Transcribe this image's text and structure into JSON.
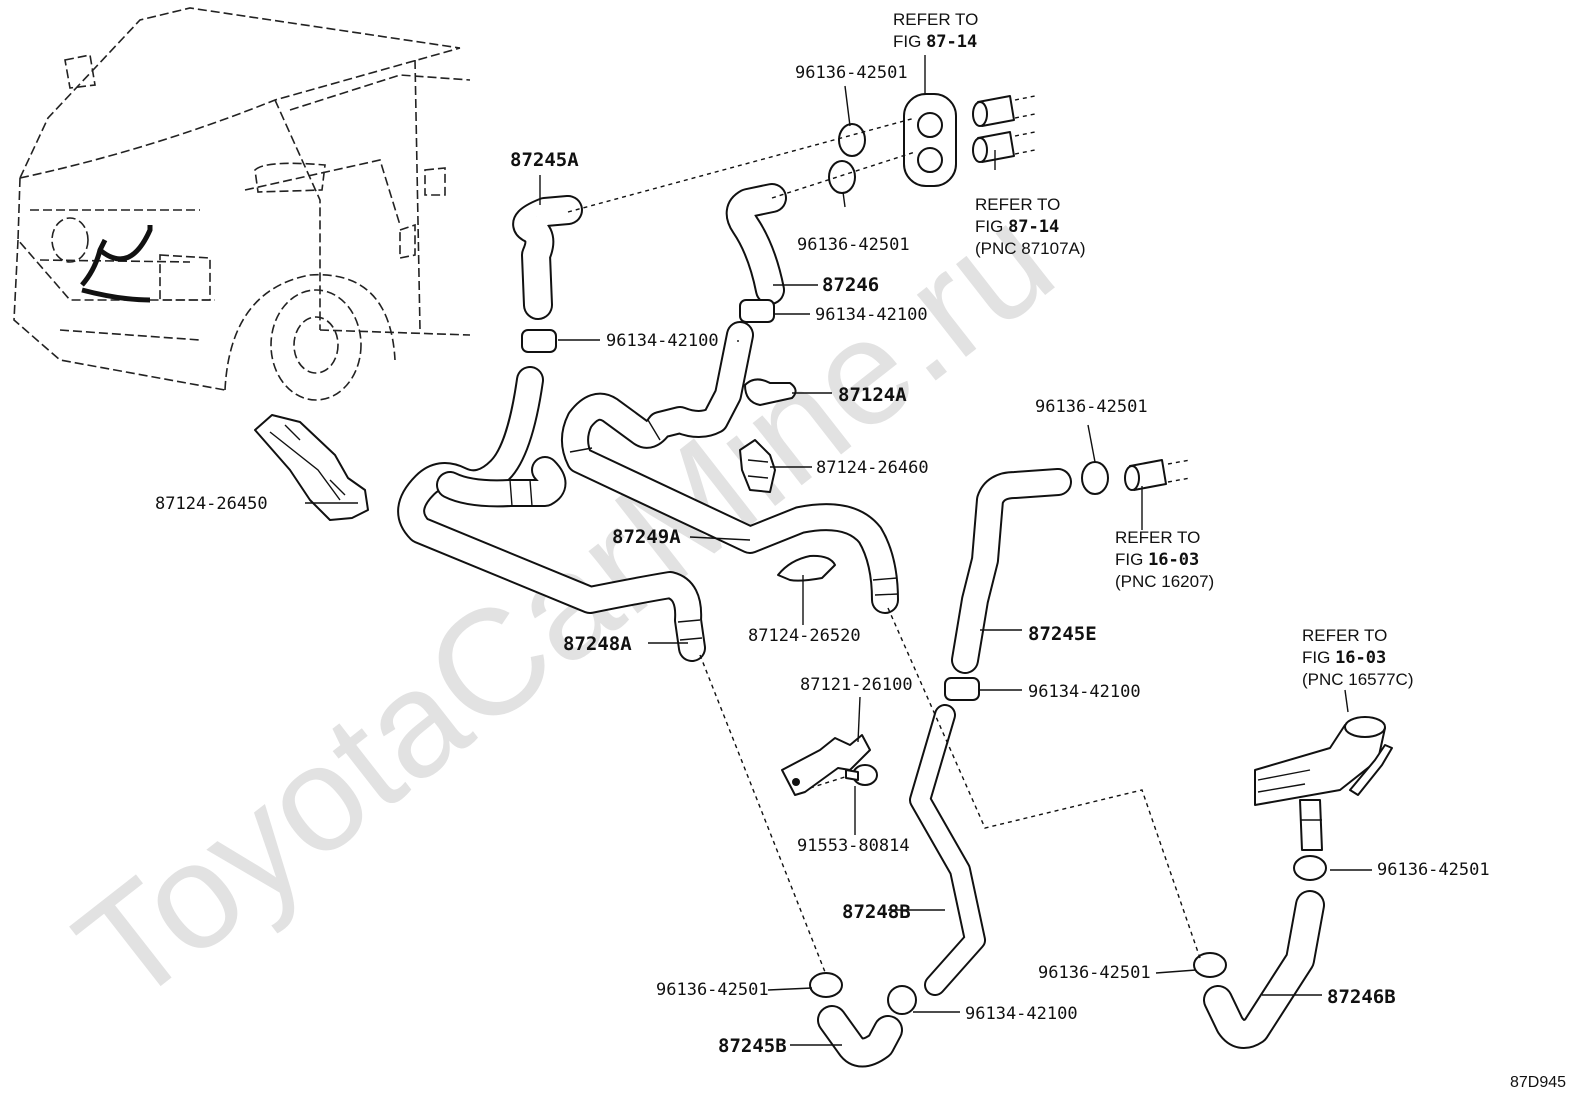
{
  "watermark": "ToyotaCarMine.ru",
  "diagram_code": "87D945",
  "parts": {
    "p87245A": "87245A",
    "p87246": "87246",
    "p96134_42100_a": "96134-42100",
    "p96134_42100_b": "96134-42100",
    "p96134_42100_c": "96134-42100",
    "p96134_42100_d": "96134-42100",
    "p87124A": "87124A",
    "p87124_26460": "87124-26460",
    "p87124_26450": "87124-26450",
    "p87249A": "87249A",
    "p87124_26520": "87124-26520",
    "p87248A": "87248A",
    "p96136_42501_a": "96136-42501",
    "p96136_42501_b": "96136-42501",
    "p96136_42501_c": "96136-42501",
    "p96136_42501_d": "96136-42501",
    "p96136_42501_e": "96136-42501",
    "p96136_42501_f": "96136-42501",
    "p87245E": "87245E",
    "p87121_26100": "87121-26100",
    "p91553_80814": "91553-80814",
    "p87248B": "87248B",
    "p87245B": "87245B",
    "p87246B": "87246B"
  },
  "refs": {
    "r1": {
      "line1": "REFER TO",
      "line2a": "FIG ",
      "line2b": "87-14"
    },
    "r2": {
      "line1": "REFER TO",
      "line2a": "FIG ",
      "line2b": "87-14",
      "line3": "(PNC 87107A)"
    },
    "r3": {
      "line1": "REFER TO",
      "line2a": "FIG ",
      "line2b": "16-03",
      "line3": "(PNC 16207)"
    },
    "r4": {
      "line1": "REFER TO",
      "line2a": "FIG ",
      "line2b": "16-03",
      "line3": "(PNC 16577C)"
    }
  },
  "icons": [
    "heater-hose",
    "hose-clamp",
    "pipe-clamp",
    "bracket",
    "bolt",
    "grommet",
    "pipe-end",
    "van-outline"
  ]
}
